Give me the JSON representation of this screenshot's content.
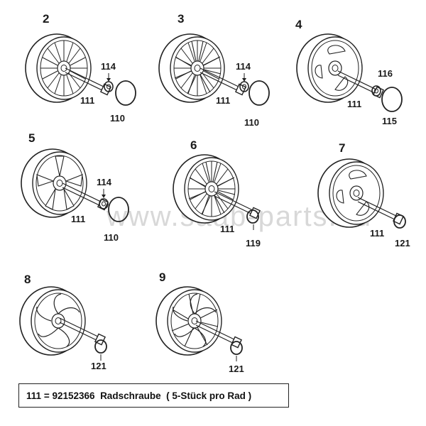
{
  "watermark": "www.saab-parts.eu",
  "wheels": [
    {
      "num": "2",
      "parts": [
        "114",
        "111",
        "110"
      ]
    },
    {
      "num": "3",
      "parts": [
        "114",
        "111",
        "110"
      ]
    },
    {
      "num": "4",
      "parts": [
        "116",
        "111",
        "115"
      ]
    },
    {
      "num": "5",
      "parts": [
        "114",
        "111",
        "110"
      ]
    },
    {
      "num": "6",
      "parts": [
        "111",
        "119"
      ]
    },
    {
      "num": "7",
      "parts": [
        "111",
        "121"
      ]
    },
    {
      "num": "8",
      "parts": [
        "121"
      ]
    },
    {
      "num": "9",
      "parts": [
        "121"
      ]
    }
  ],
  "legend": {
    "part_no": "111",
    "equals": "=",
    "article": "92152366",
    "name": "Radschraube",
    "qty": "( 5-Stück pro Rad )"
  }
}
